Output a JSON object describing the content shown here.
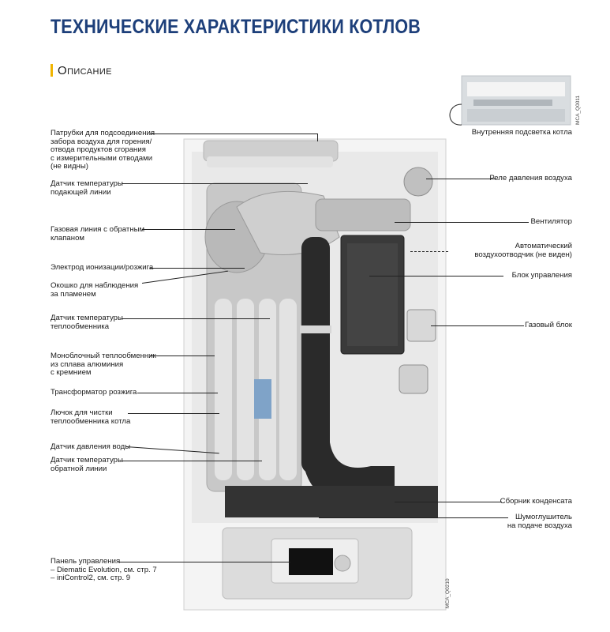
{
  "header": {
    "title": "ТЕХНИЧЕСКИЕ ХАРАКТЕРИСТИКИ КОТЛОВ",
    "section": "Описание"
  },
  "figure_codes": {
    "inset": "MCA_Q0011",
    "main": "MCA_Q0210"
  },
  "labels_left": [
    {
      "text": "Патрубки для подсоединения\nзабора воздуха для горения/\nотвода продуктов сгорания\nс измерительными отводами\n(не видны)"
    },
    {
      "text": "Датчик температуры\nподающей линии"
    },
    {
      "text": "Газовая линия с обратным\nклапаном"
    },
    {
      "text": "Электрод ионизации/розжига"
    },
    {
      "text": "Окошко для наблюдения\nза пламенем"
    },
    {
      "text": "Датчик температуры\nтеплообменника"
    },
    {
      "text": "Моноблочный теплообменник\nиз сплава алюминия\nс кремнием"
    },
    {
      "text": "Трансформатор розжига"
    },
    {
      "text": "Лючок для чистки\nтеплообменника котла"
    },
    {
      "text": "Датчик давления воды"
    },
    {
      "text": "Датчик температуры\nобратной линии"
    },
    {
      "text": "Панель управления\n– Diematic Evolution, см. стр. 7\n– iniControl2, см. стр. 9"
    }
  ],
  "labels_right": [
    {
      "text": "Внутренняя подсветка котла"
    },
    {
      "text": "Реле давления воздуха"
    },
    {
      "text": "Вентилятор"
    },
    {
      "text": "Автоматический\nвоздухоотводчик (не виден)"
    },
    {
      "text": "Блок управления"
    },
    {
      "text": "Газовый блок"
    },
    {
      "text": "Сборник конденсата"
    },
    {
      "text": "Шумоглушитель\nна подаче воздуха"
    }
  ],
  "colors": {
    "title": "#1d3f7a",
    "accent_bar": "#f0b400",
    "casing": "#f3f3f3",
    "interior": "#e6e6e6",
    "heat_exchanger": "#c9c9c9",
    "pipe": "#2a2a2a",
    "control_box": "#3a3a3a",
    "panel": "#dcdcdc"
  }
}
